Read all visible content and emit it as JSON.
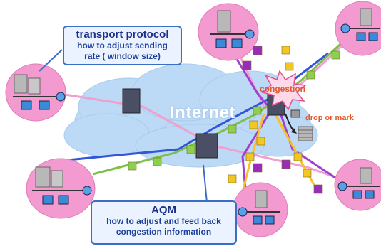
{
  "labels": {
    "internet": "Internet",
    "congestion": "congestion",
    "drop_or_mark": "drop or mark"
  },
  "transport_callout": {
    "title": "transport protocol",
    "line1": "how to adjust sending",
    "line2": "rate ( window size)"
  },
  "aqm_callout": {
    "title": "AQM",
    "line1": "how to adjust and feed back",
    "line2": "congestion information"
  },
  "colors": {
    "cloud": "#bcd9f5",
    "site_circle": "#f39ad0",
    "packet_green": "#8bd14c",
    "packet_yellow": "#f3c623",
    "packet_purple": "#9a2bb8",
    "line_pink": "#f0a0cf",
    "line_blue": "#3355d8",
    "line_purple": "#a040d0",
    "line_green": "#7cc04a",
    "line_yellow": "#f5c02a"
  }
}
